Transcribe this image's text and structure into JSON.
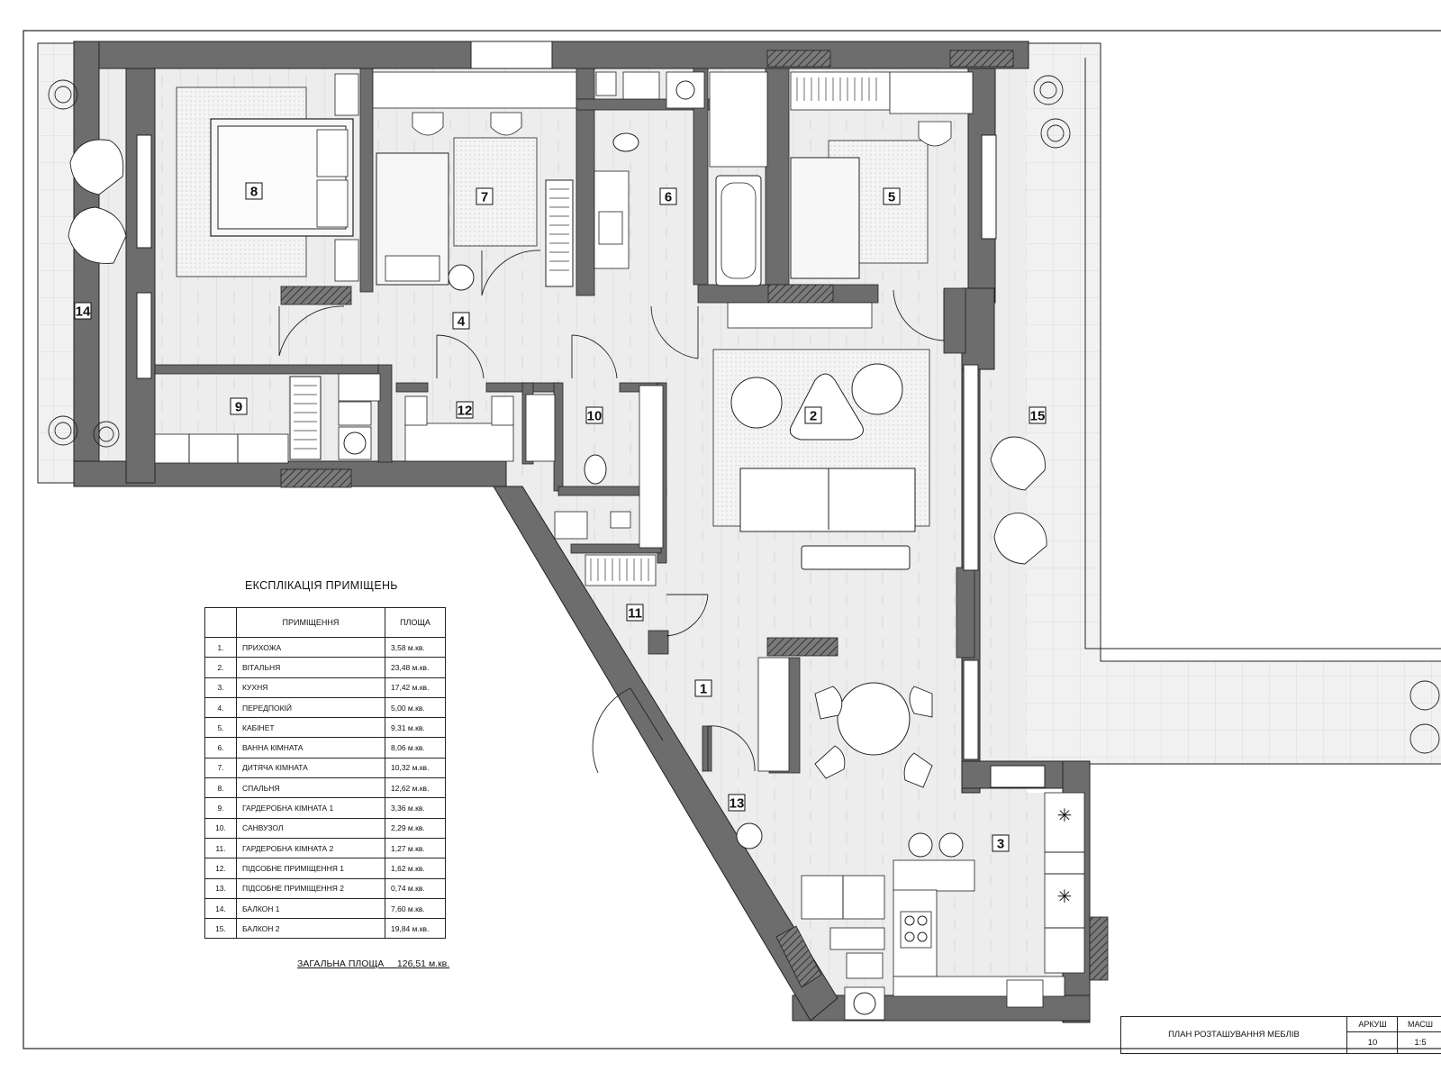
{
  "legend": {
    "title": "ЕКСПЛІКАЦІЯ ПРИМІЩЕНЬ",
    "col_room": "ПРИМІЩЕННЯ",
    "col_area": "ПЛОЩА",
    "rows": [
      {
        "n": "1.",
        "name": "ПРИХОЖА",
        "area": "3,58 м.кв."
      },
      {
        "n": "2.",
        "name": "ВІТАЛЬНЯ",
        "area": "23,48 м.кв."
      },
      {
        "n": "3.",
        "name": "КУХНЯ",
        "area": "17,42 м.кв."
      },
      {
        "n": "4.",
        "name": "ПЕРЕДПОКІЙ",
        "area": "5,00 м.кв."
      },
      {
        "n": "5.",
        "name": "КАБІНЕТ",
        "area": "9,31 м.кв."
      },
      {
        "n": "6.",
        "name": "ВАННА КІМНАТА",
        "area": "8,06 м.кв."
      },
      {
        "n": "7.",
        "name": "ДИТЯЧА КІМНАТА",
        "area": "10,32 м.кв."
      },
      {
        "n": "8.",
        "name": "СПАЛЬНЯ",
        "area": "12,62 м.кв."
      },
      {
        "n": "9.",
        "name": "ГАРДЕРОБНА КІМНАТА 1",
        "area": "3,36 м.кв."
      },
      {
        "n": "10.",
        "name": "САНВУЗОЛ",
        "area": "2,29 м.кв."
      },
      {
        "n": "11.",
        "name": "ГАРДЕРОБНА КІМНАТА 2",
        "area": "1,27 м.кв."
      },
      {
        "n": "12.",
        "name": "ПІДСОБНЕ ПРИМІЩЕННЯ 1",
        "area": "1,62 м.кв."
      },
      {
        "n": "13.",
        "name": "ПІДСОБНЕ ПРИМІЩЕННЯ 2",
        "area": "0,74 м.кв."
      },
      {
        "n": "14.",
        "name": "БАЛКОН 1",
        "area": "7,60 м.кв."
      },
      {
        "n": "15.",
        "name": "БАЛКОН 2",
        "area": "19,84 м.кв."
      }
    ],
    "total_label": "ЗАГАЛЬНА ПЛОЩА",
    "total_value": "126,51 м.кв."
  },
  "stamp": {
    "title": "ПЛАН РОЗТАШУВАННЯ МЕБЛІВ",
    "sheet_label": "АРКУШ",
    "sheet_value": "10",
    "scale_label": "МАСШ",
    "scale_value": "1:5"
  },
  "room_numbers": [
    "1",
    "2",
    "3",
    "4",
    "5",
    "6",
    "7",
    "8",
    "9",
    "10",
    "11",
    "12",
    "13",
    "14",
    "15"
  ],
  "colors": {
    "wall": "#6d6d6d",
    "floor": "#ededed",
    "balcony": "#f2f2f2",
    "outline": "#222222"
  }
}
